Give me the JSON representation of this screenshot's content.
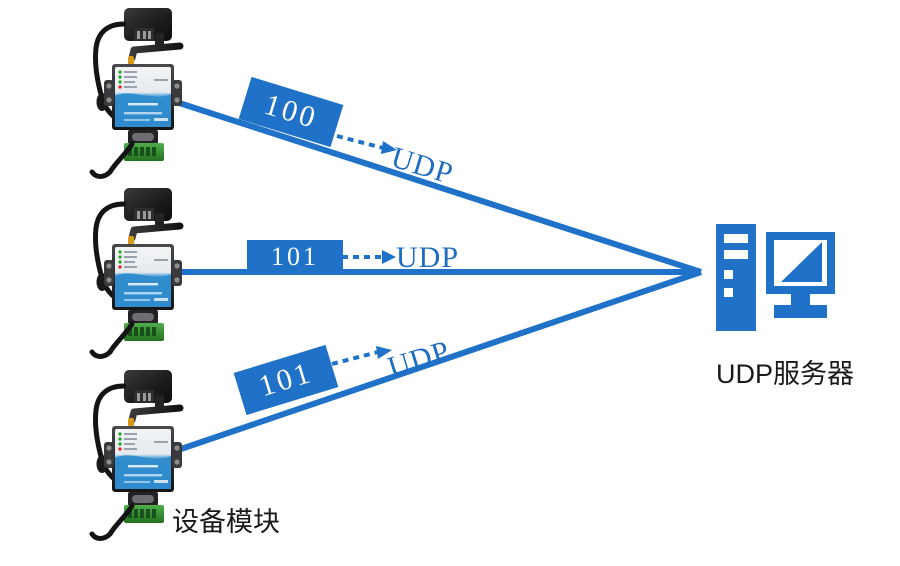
{
  "diagram": {
    "title": "UDP multi-device connection diagram",
    "accent_color": "#1f72c8",
    "label_color": "#1f6dc0",
    "text_color": "#1a1a1a"
  },
  "devices": {
    "caption": "设备模块",
    "icon_name": "serial-wifi-device-module",
    "items": [
      {
        "id": "device-1",
        "name": "device-module-top"
      },
      {
        "id": "device-2",
        "name": "device-module-middle"
      },
      {
        "id": "device-3",
        "name": "device-module-bottom"
      }
    ]
  },
  "connections": [
    {
      "id": "link-1",
      "port": "100",
      "protocol": "UDP",
      "rotation": -17
    },
    {
      "id": "link-2",
      "port": "101",
      "protocol": "UDP",
      "rotation": 0
    },
    {
      "id": "link-3",
      "port": "101",
      "protocol": "UDP",
      "rotation": 17
    }
  ],
  "server": {
    "caption": "UDP服务器",
    "icon_name": "server-computer-icon"
  }
}
